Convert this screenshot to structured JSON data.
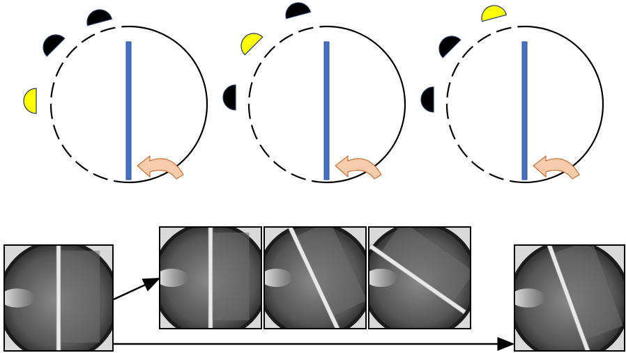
{
  "colors": {
    "circle_stroke": "#000000",
    "rod": "#4472c4",
    "rod_edge": "#2f528f",
    "arrow_fill": "#f8cbad",
    "arrow_stroke": "#c55a11",
    "indicator_on": "#ffff00",
    "indicator_off": "#000000",
    "photo_frame": "#000000",
    "photo_dark": "#1b1b1b",
    "photo_mid": "#6e6e6e",
    "photo_light": "#d9d9d9",
    "flow_arrow": "#000000"
  },
  "icons": {
    "rotate_arrow": "curved-rotate-arrow-icon",
    "indicator": "half-disc-indicator-icon"
  },
  "panels": [
    {
      "rod_angle_deg": 0,
      "indicators": [
        "on",
        "off",
        "off"
      ]
    },
    {
      "rod_angle_deg": 0,
      "indicators": [
        "off",
        "on",
        "off"
      ]
    },
    {
      "rod_angle_deg": 0,
      "indicators": [
        "off",
        "off",
        "on"
      ]
    }
  ],
  "photos": {
    "before": {
      "rod_tilt_deg": 0
    },
    "sequence": [
      {
        "rod_tilt_deg": 0
      },
      {
        "rod_tilt_deg": 25
      },
      {
        "rod_tilt_deg": 55
      }
    ],
    "after": {
      "rod_tilt_deg": 20
    }
  }
}
